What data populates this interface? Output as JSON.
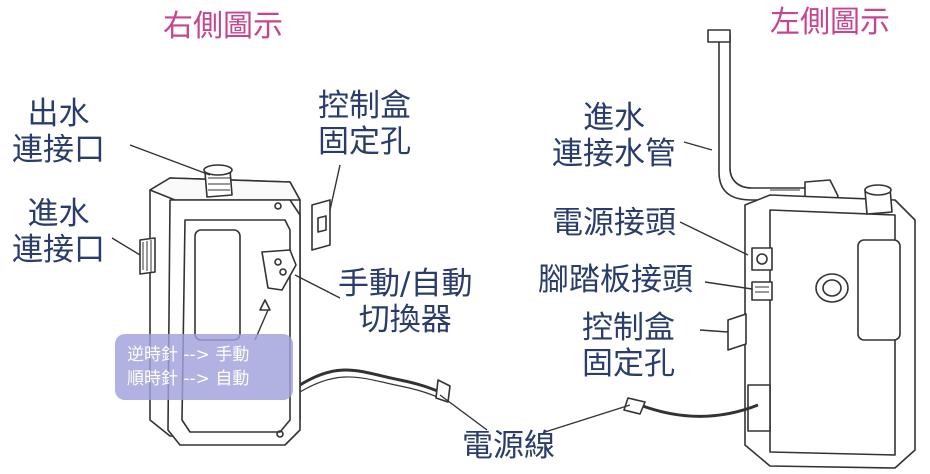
{
  "headings": {
    "right_view": "右側圖示",
    "left_view": "左側圖示"
  },
  "labels": {
    "water_outlet": [
      "出水",
      "連接口"
    ],
    "water_inlet": [
      "進水",
      "連接口"
    ],
    "control_box_hole_right": [
      "控制盒",
      "固定孔"
    ],
    "manual_auto_switch": [
      "手動/自動",
      "切換器"
    ],
    "inlet_hose": [
      "進水",
      "連接水管"
    ],
    "power_connector": "電源接頭",
    "pedal_connector": "腳踏板接頭",
    "control_box_hole_left": [
      "控制盒",
      "固定孔"
    ],
    "power_cord": "電源線"
  },
  "mode_note": {
    "counterclockwise": "逆時針 --> 手動",
    "clockwise": "順時針 --> 自動"
  },
  "colors": {
    "label_text": "#2a3c6b",
    "heading_text": "#c7458f",
    "mode_box_bg": "#a0a0dc",
    "line_art": "#333333"
  }
}
